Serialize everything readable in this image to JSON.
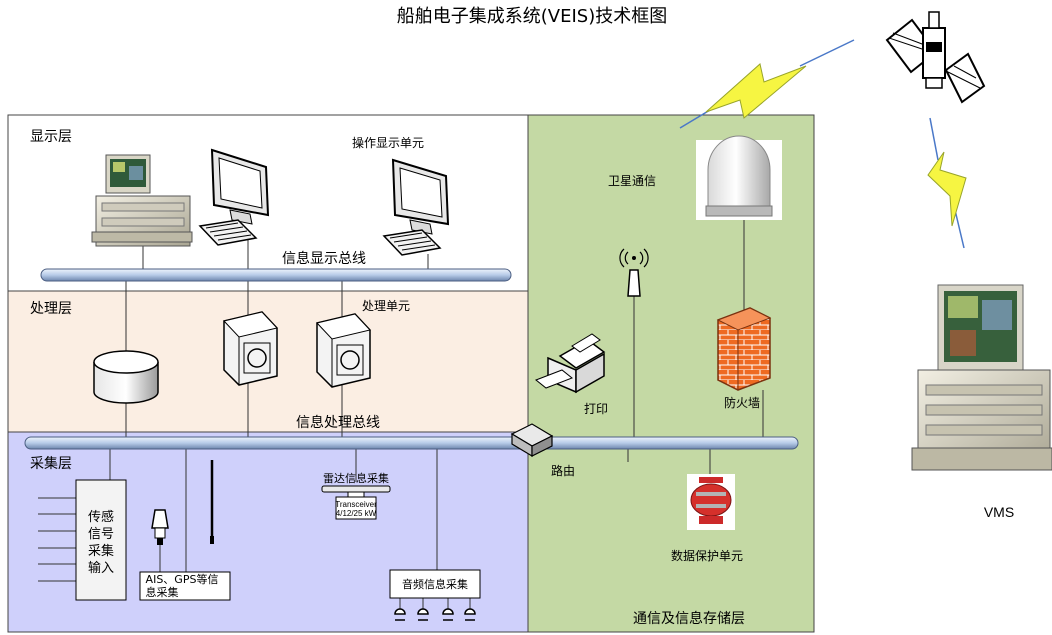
{
  "title": "船舶电子集成系统(VEIS)技术框图",
  "colors": {
    "display_bg": "#ffffff",
    "process_bg": "#fbeee3",
    "acquire_bg": "#cfd0fb",
    "comm_bg": "#c4d9a4",
    "bus": "#c6d8f0",
    "firewall": "#ee6a22",
    "lightning": "#f6f542"
  },
  "layers": {
    "display": "显示层",
    "process": "处理层",
    "acquire": "采集层",
    "comm": "通信及信息存储层"
  },
  "buses": {
    "display": "信息显示总线",
    "process": "信息处理总线"
  },
  "labels": {
    "op_unit": "操作显示单元",
    "proc_unit": "处理单元",
    "sat_comm": "卫星通信",
    "printer": "打印",
    "firewall": "防火墙",
    "router": "路由",
    "data_protect": "数据保护单元",
    "sensor": [
      "传感",
      "信号",
      "采集",
      "输入"
    ],
    "radar": "雷达信息采集",
    "transceiver_1": "Transceiver",
    "transceiver_2": "4/12/25 kW",
    "ais_1": "AIS、GPS等信",
    "ais_2": "息采集",
    "audio": "音频信息采集",
    "vms": "VMS"
  }
}
